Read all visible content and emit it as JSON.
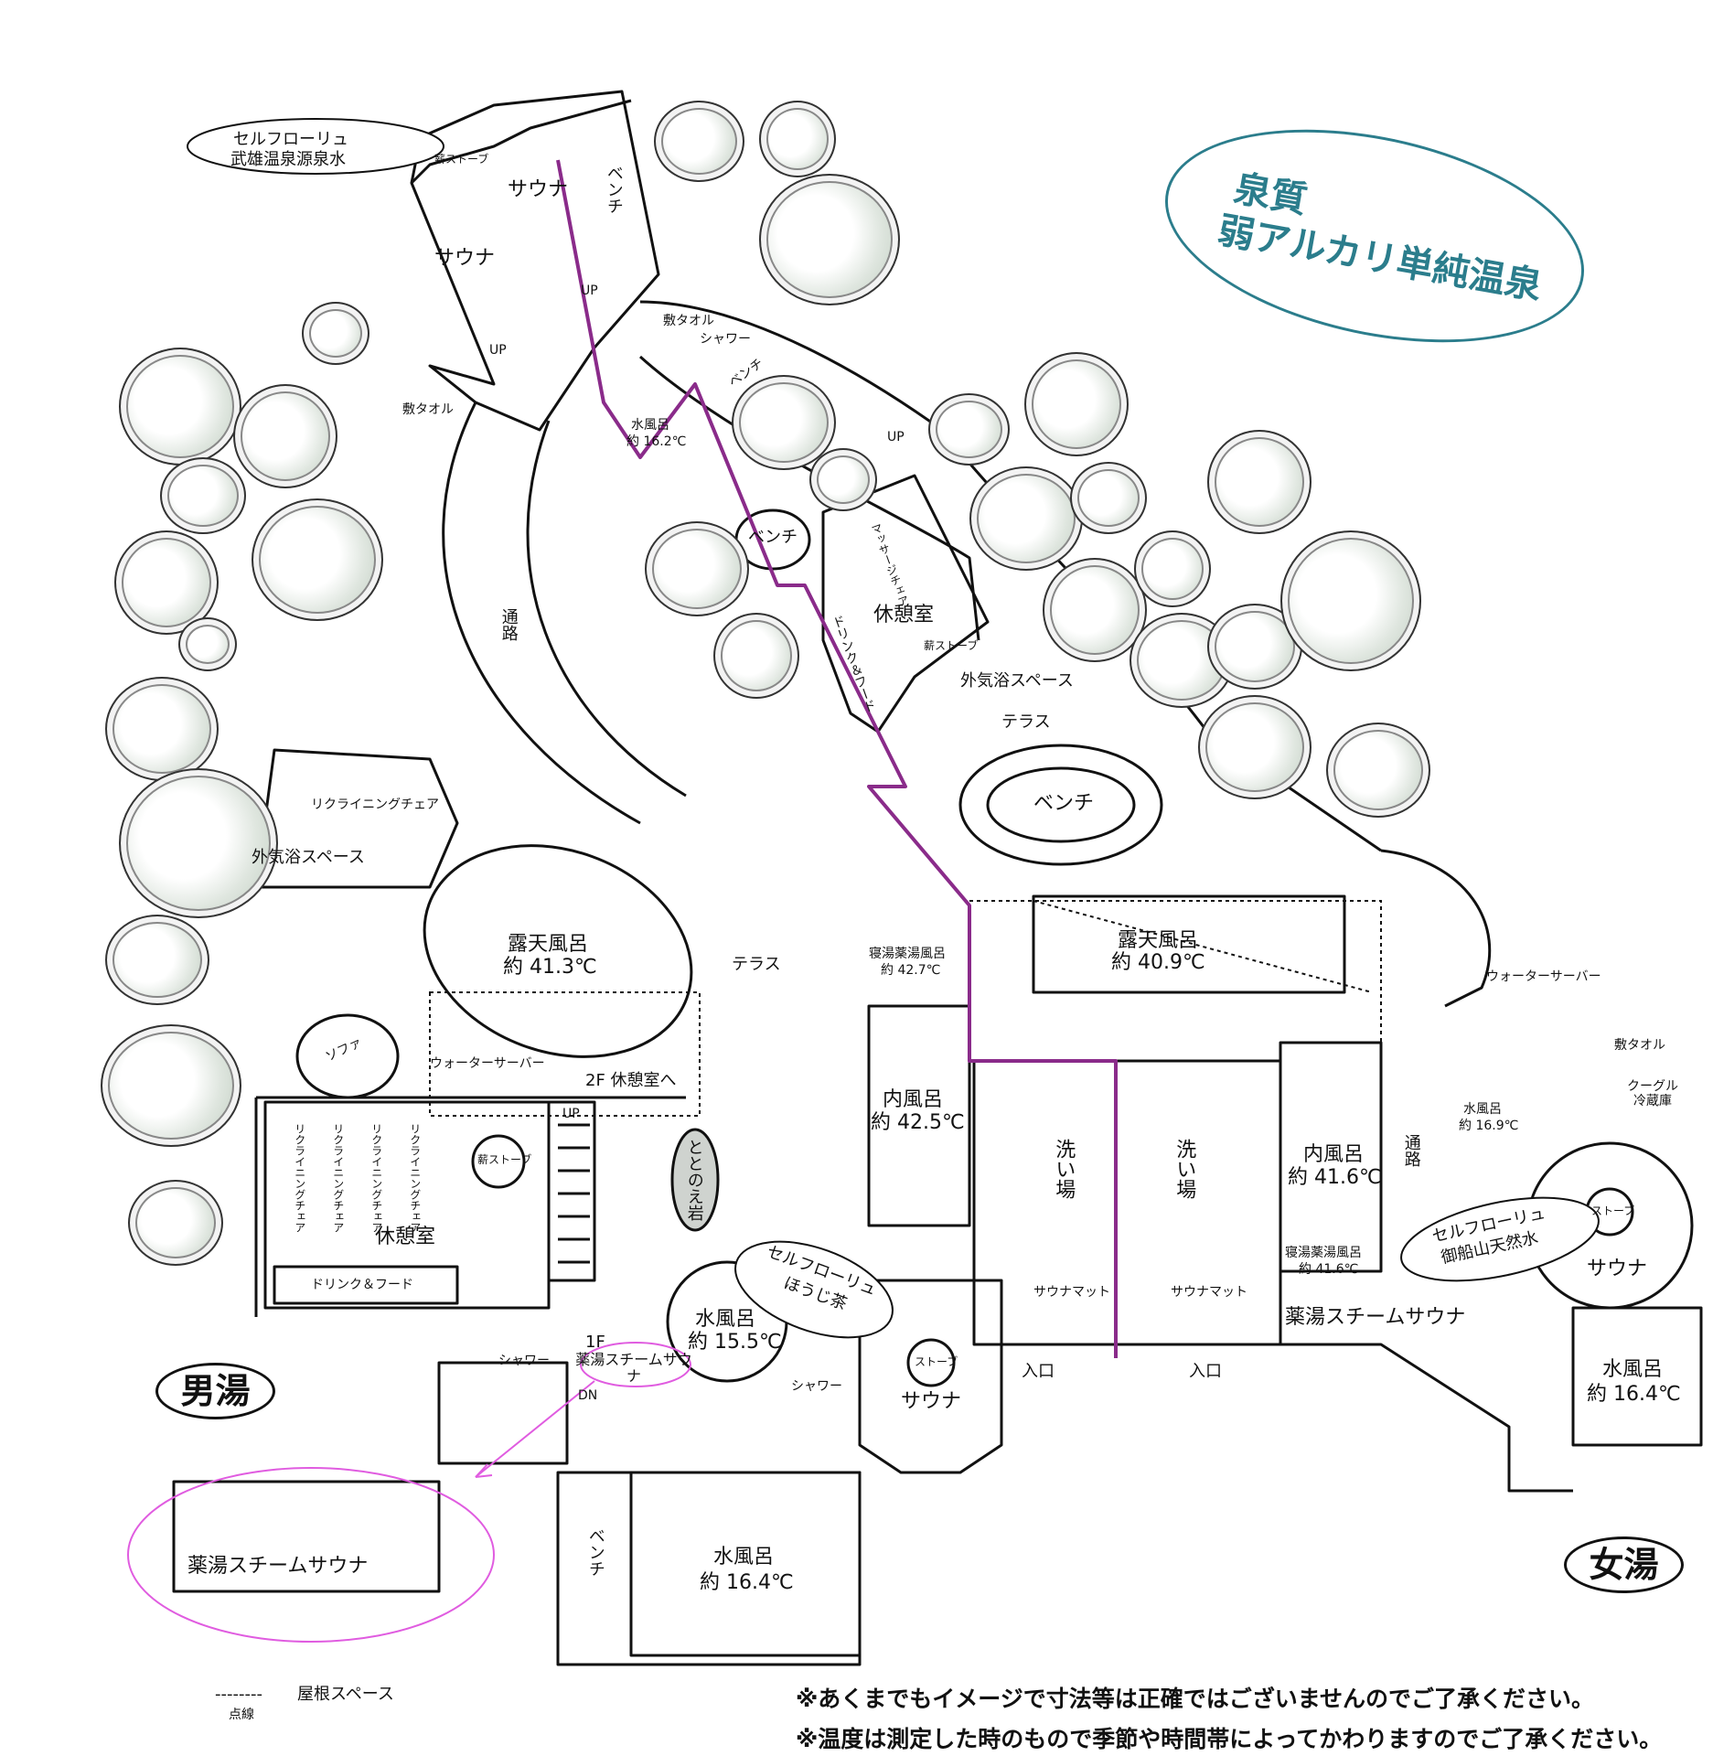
{
  "title": {
    "line1": "泉質",
    "line2": "弱アルカリ単純温泉",
    "color": "#2b7d8c"
  },
  "badges": {
    "men": "男湯",
    "women": "女湯"
  },
  "rooms": {
    "sauna_top_left": "サウナ",
    "sauna_top_right": "サウナ",
    "shin_stove": "薪ストーブ",
    "bench_top_vert": "ベンチ",
    "up_1": "UP",
    "up_2": "UP",
    "up_3": "UP",
    "up_4": "UP",
    "shiki_towel_top": "敷タオル",
    "shiki_towel_left": "敷タオル",
    "shower_top": "シャワー",
    "bench_small": "ベンチ",
    "cold_top": "水風呂",
    "cold_top_temp": "約 16.2℃",
    "passage_men": "通路",
    "bench_circle": "ベンチ",
    "lounge_upper": "休憩室",
    "drink_food_vert": "ドリンク＆フード",
    "massage_vert": "マッサージチェア",
    "stove_small": "薪ストーブ",
    "outdoor_space_right": "外気浴スペース",
    "terrace_right": "テラス",
    "bench_oval": "ベンチ",
    "reclining_top": "リクライニングチェア",
    "outdoor_space_left": "外気浴スペース",
    "sofa": "ソファ",
    "rotenburo_men": "露天風呂",
    "rotenburo_men_temp": "約 41.3℃",
    "terrace_men": "テラス",
    "neyu_men": "寝湯薬湯風呂",
    "neyu_men_temp": "約 42.7℃",
    "rotenburo_women": "露天風呂",
    "rotenburo_women_temp": "約 40.9℃",
    "water_server_men": "ウォーターサーバー",
    "to_2f": "2F 休憩室へ",
    "totonoi_rock": "ととのえ岩",
    "uchiburo_men": "内風呂",
    "uchiburo_men_temp": "約 42.5℃",
    "reclining_1": "リクライニングチェア",
    "reclining_2": "リクライニングチェア",
    "reclining_3": "リクライニングチェア",
    "reclining_4": "リクライニングチェア",
    "stove_lounge": "薪ストーブ",
    "lounge_lower": "休憩室",
    "drink_food": "ドリンク＆フード",
    "arai_men": "洗い場",
    "arai_women": "洗い場",
    "uchiburo_women": "内風呂",
    "uchiburo_women_temp": "約 41.6℃",
    "neyu_women": "寝湯薬湯風呂",
    "neyu_women_temp": "約 41.6℃",
    "passage_women": "通路",
    "water_server_women": "ウォーターサーバー",
    "shiki_towel_women": "敷タオル",
    "cooler": "クーグル冷蔵庫",
    "cold_women_small": "水風呂",
    "cold_women_small_temp": "約 16.9℃",
    "stove_women": "ストーブ",
    "sauna_women": "サウナ",
    "cold_men_mid": "水風呂",
    "cold_men_mid_temp": "約 15.5℃",
    "stove_men": "ストーブ",
    "sauna_men": "サウナ",
    "sauna_mat_1": "サウナマット",
    "sauna_mat_2": "サウナマット",
    "entrance_1": "入口",
    "entrance_2": "入口",
    "steam_women": "薬湯スチームサウナ",
    "cold_women": "水風呂",
    "cold_women_temp": "約 16.4℃",
    "floor_1f": "1F",
    "dn": "DN",
    "steam_men_small": "薬湯スチームサウナ",
    "shower_men_1": "シャワー",
    "shower_men_2": "シャワー",
    "bench_lower_vert": "ベンチ",
    "cold_men": "水風呂",
    "cold_men_temp": "約 16.4℃",
    "steam_men_large": "薬湯スチームサウナ"
  },
  "callouts": {
    "selfloyly_top_1": "セルフローリュ",
    "selfloyly_top_2": "武雄温泉源泉水",
    "selfloyly_men_1": "セルフローリュ",
    "selfloyly_men_2": "ほうじ茶",
    "selfloyly_women_1": "セルフローリュ",
    "selfloyly_women_2": "御船山天然水"
  },
  "legend": {
    "sample": "--------",
    "label": "屋根スペース",
    "sub": "点線"
  },
  "notes": [
    "※あくまでもイメージで寸法等は正確ではございませんのでご了承ください。",
    "※温度は測定した時のもので季節や時間帯によってかわりますのでご了承ください。"
  ],
  "colors": {
    "partition": "#8a2b8a",
    "highlight": "#e05ce0",
    "line": "#111111"
  }
}
